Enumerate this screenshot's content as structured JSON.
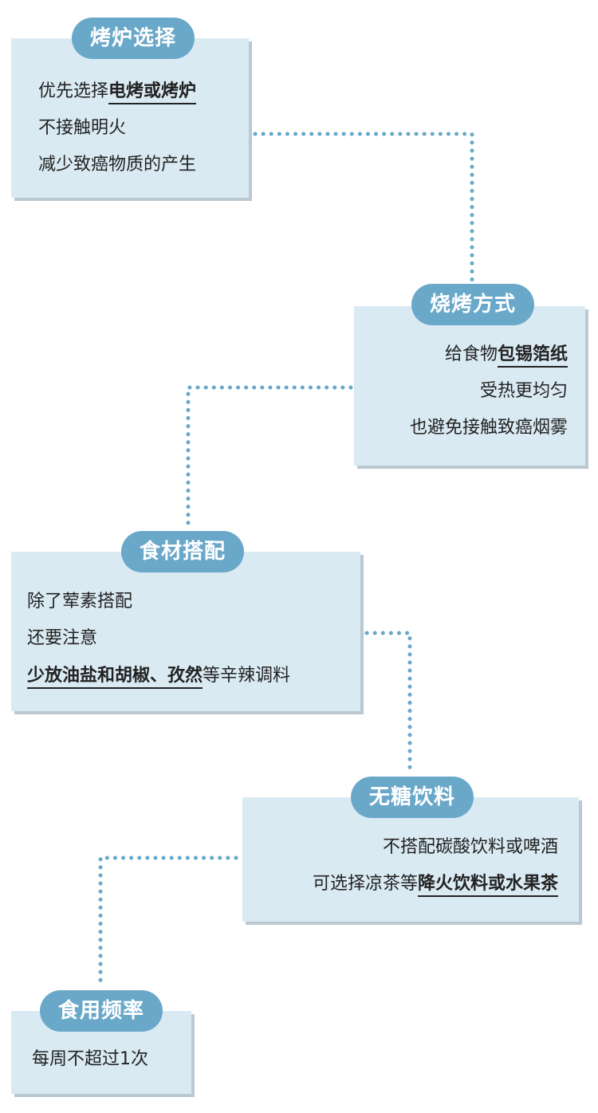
{
  "colors": {
    "card_bg": "#daeaf3",
    "badge_bg": "#6aa8c9",
    "connector": "#6aa8c9",
    "text": "#222222"
  },
  "steps": [
    {
      "title": "烤炉选择",
      "lines": [
        [
          {
            "text": "优先选择"
          },
          {
            "text": "电烤或烤炉",
            "highlight": true
          }
        ],
        [
          {
            "text": "不接触明火"
          }
        ],
        [
          {
            "text": "减少致癌物质的产生"
          }
        ]
      ]
    },
    {
      "title": "烧烤方式",
      "lines": [
        [
          {
            "text": "给食物"
          },
          {
            "text": "包锡箔纸",
            "highlight": true
          }
        ],
        [
          {
            "text": "受热更均匀"
          }
        ],
        [
          {
            "text": "也避免接触致癌烟雾"
          }
        ]
      ]
    },
    {
      "title": "食材搭配",
      "lines": [
        [
          {
            "text": "除了荤素搭配"
          }
        ],
        [
          {
            "text": "还要注意"
          }
        ],
        [
          {
            "text": "少放油盐和胡椒、孜然",
            "highlight": true
          },
          {
            "text": "等辛辣调料"
          }
        ]
      ]
    },
    {
      "title": "无糖饮料",
      "lines": [
        [
          {
            "text": "不搭配碳酸饮料或啤酒"
          }
        ],
        [
          {
            "text": "可选择凉茶等"
          },
          {
            "text": "降火饮料或水果茶",
            "highlight": true
          }
        ]
      ]
    },
    {
      "title": "食用频率",
      "lines": [
        [
          {
            "text": "每周不超过1次"
          }
        ]
      ]
    }
  ]
}
